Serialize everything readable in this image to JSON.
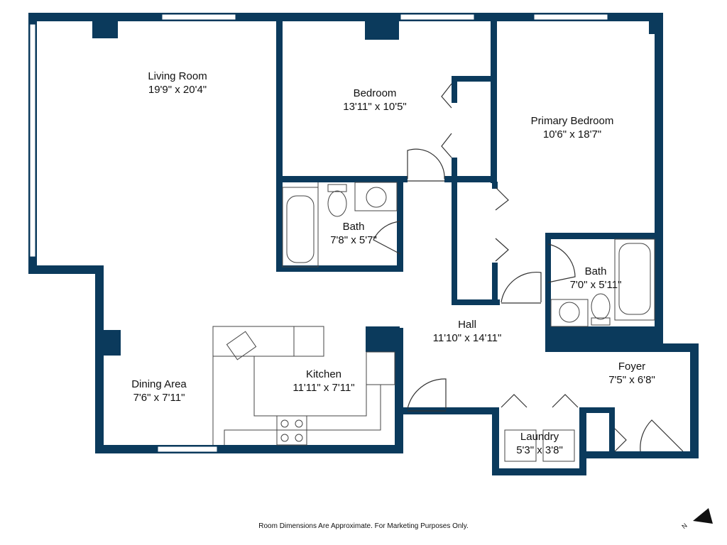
{
  "rooms": {
    "living_room": {
      "name": "Living Room",
      "dims": "19'9\" x 20'4\""
    },
    "bedroom": {
      "name": "Bedroom",
      "dims": "13'11\" x 10'5\""
    },
    "primary_bedroom": {
      "name": "Primary Bedroom",
      "dims": "10'6\" x 18'7\""
    },
    "bath_1": {
      "name": "Bath",
      "dims": "7'8\" x 5'7\""
    },
    "bath_2": {
      "name": "Bath",
      "dims": "7'0\" x 5'11\""
    },
    "hall": {
      "name": "Hall",
      "dims": "11'10\" x 14'11\""
    },
    "kitchen": {
      "name": "Kitchen",
      "dims": "11'11\" x 7'11\""
    },
    "dining_area": {
      "name": "Dining Area",
      "dims": "7'6\" x 7'11\""
    },
    "foyer": {
      "name": "Foyer",
      "dims": "7'5\" x 6'8\""
    },
    "laundry": {
      "name": "Laundry",
      "dims": "5'3\" x 3'8\""
    }
  },
  "compass": {
    "label": "N"
  },
  "disclaimer": "Room Dimensions Are Approximate. For Marketing Purposes Only.",
  "colors": {
    "wall": "#0b3a5c",
    "fixture": "#444444",
    "background": "#ffffff"
  }
}
